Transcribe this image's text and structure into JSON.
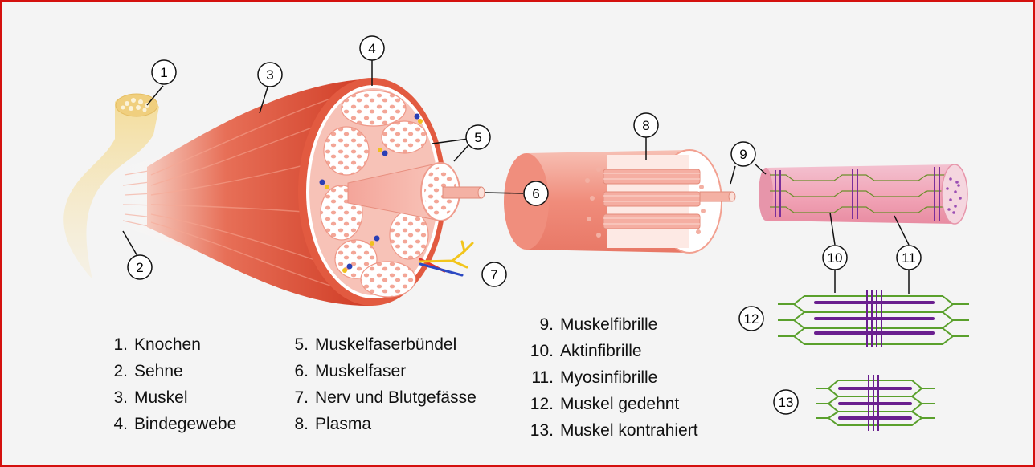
{
  "callouts": [
    "1",
    "2",
    "3",
    "4",
    "5",
    "6",
    "7",
    "8",
    "9",
    "10",
    "11",
    "12",
    "13"
  ],
  "legend": {
    "col1": [
      {
        "num": "1.",
        "label": "Knochen"
      },
      {
        "num": "2.",
        "label": "Sehne"
      },
      {
        "num": "3.",
        "label": "Muskel"
      },
      {
        "num": "4.",
        "label": "Bindegewebe"
      }
    ],
    "col2": [
      {
        "num": "5.",
        "label": "Muskelfaserbündel"
      },
      {
        "num": "6.",
        "label": "Muskelfaser"
      },
      {
        "num": "7.",
        "label": "Nerv und Blutgefässe"
      },
      {
        "num": "8.",
        "label": "Plasma"
      }
    ],
    "col3": [
      {
        "num": "9.",
        "label": "Muskelfibrille"
      },
      {
        "num": "10.",
        "label": "Aktinfibrille"
      },
      {
        "num": "11.",
        "label": "Myosinfibrille"
      },
      {
        "num": "12.",
        "label": "Muskel gedehnt"
      },
      {
        "num": "13.",
        "label": "Muskel kontrahiert"
      }
    ]
  },
  "colors": {
    "border": "#d4100e",
    "background": "#f4f4f4",
    "muscle": "#e0533a",
    "bone": "#f2dc9a",
    "plasma": "#f8b9ab",
    "actin": "#5aa02c",
    "myosin": "#6a1f8f"
  }
}
